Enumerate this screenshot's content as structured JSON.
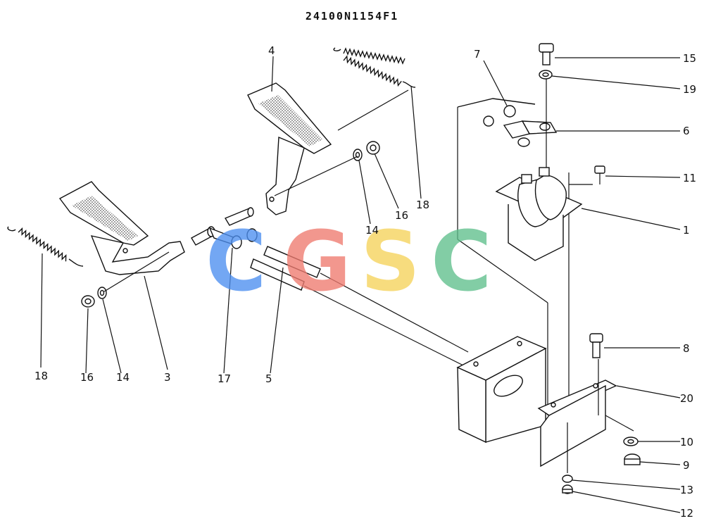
{
  "diagram": {
    "title": "24100N1154F1",
    "watermark": {
      "letters": [
        "C",
        "G",
        "S",
        "C"
      ],
      "colors": [
        "#4d8ff0",
        "#ef7a6f",
        "#f6d35a",
        "#5fbf8c"
      ]
    },
    "labels": {
      "p15": "15",
      "p19": "19",
      "p7": "7",
      "p6": "6",
      "p11": "11",
      "p1": "1",
      "p4": "4",
      "p18a": "18",
      "p14a": "14",
      "p16a": "16",
      "p18b": "18",
      "p16b": "16",
      "p14b": "14",
      "p3": "3",
      "p17": "17",
      "p5": "5",
      "p8": "8",
      "p20": "20",
      "p10": "10",
      "p9": "9",
      "p13": "13",
      "p12": "12"
    }
  }
}
